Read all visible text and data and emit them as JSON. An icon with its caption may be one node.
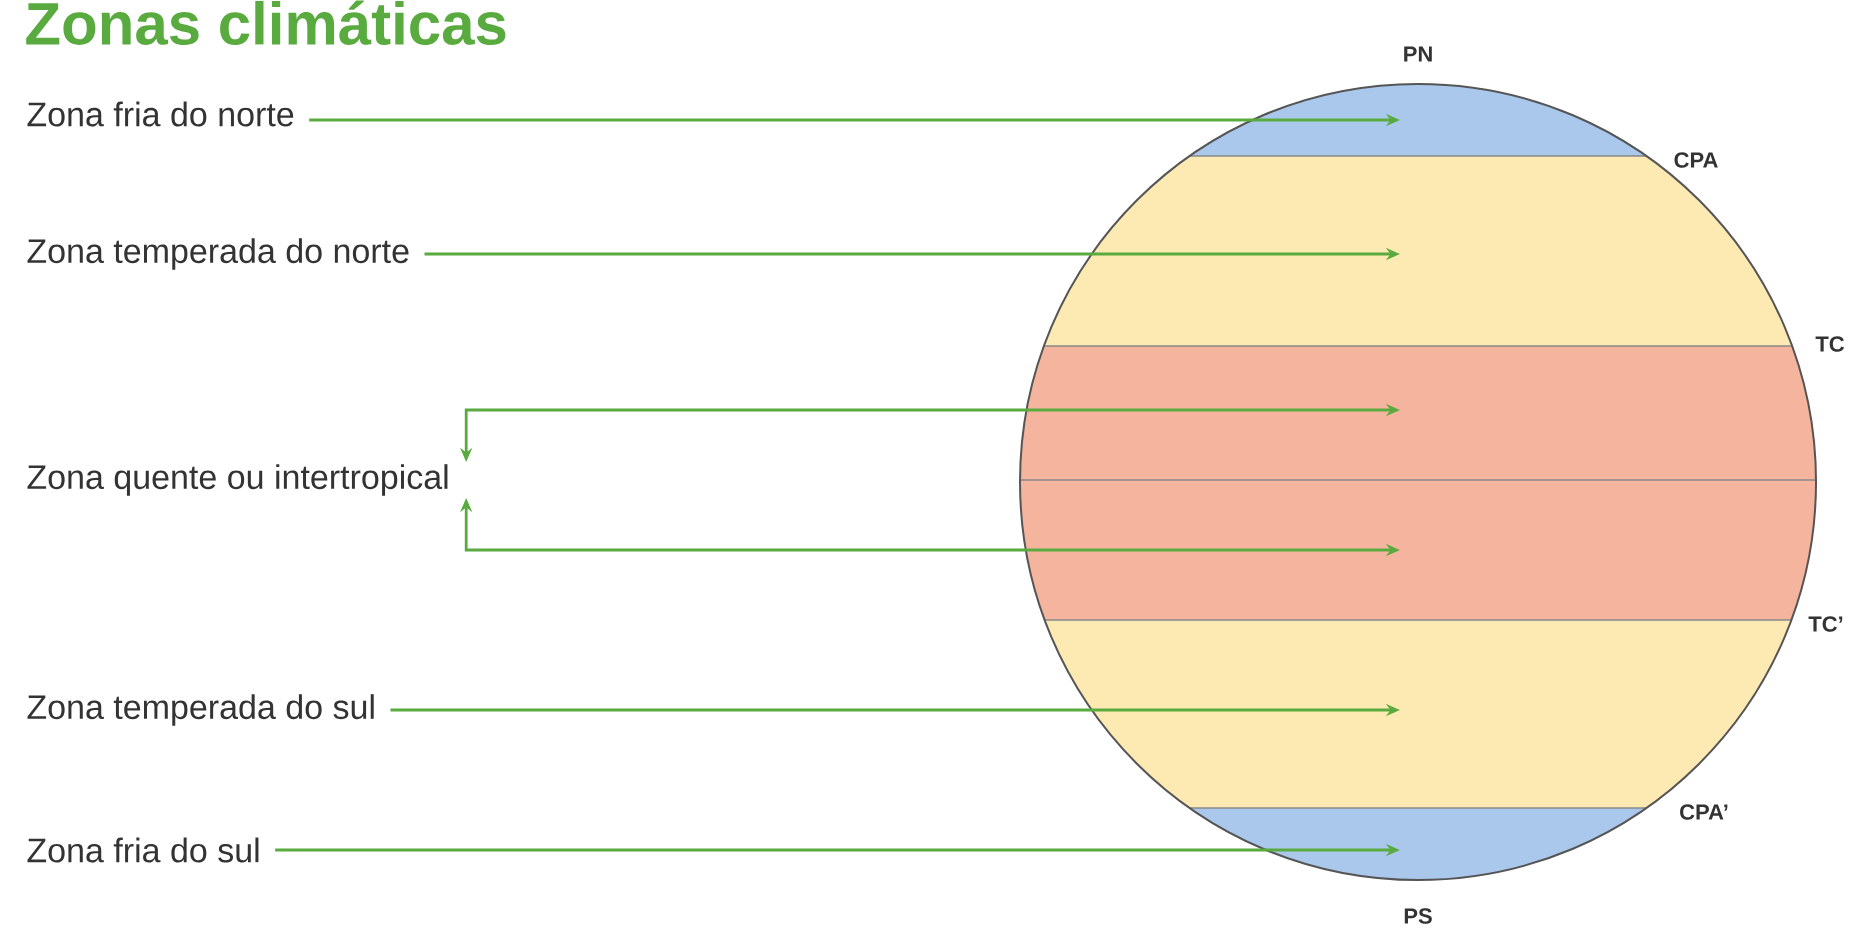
{
  "diagram": {
    "title": "Zonas climáticas",
    "nodes": [
      {
        "text": [
          "Zona fria do norte"
        ]
      },
      {
        "text": [
          "Zona temperada do norte"
        ]
      },
      {
        "text": [
          "Zona quente ou intertropical"
        ]
      },
      {
        "text": [
          "Zona temperada do sul"
        ]
      },
      {
        "text": [
          "Zona fria do sul"
        ]
      },
      {
        "text": [],
        "shape": "band"
      },
      {
        "text": [],
        "shape": "band"
      },
      {
        "text": [],
        "shape": "band"
      },
      {
        "text": [],
        "shape": "band"
      },
      {
        "text": [],
        "shape": "band"
      },
      {
        "text": [],
        "shape": "band"
      }
    ],
    "edges": [
      {
        "from": 0,
        "to": 5,
        "arrow": "to"
      },
      {
        "from": 1,
        "to": 6,
        "arrow": "to"
      },
      {
        "from": 2,
        "to": 7,
        "arrow": "both"
      },
      {
        "from": 2,
        "to": 8,
        "arrow": "both"
      },
      {
        "from": 3,
        "to": 9,
        "arrow": "to"
      },
      {
        "from": 4,
        "to": 10,
        "arrow": "to"
      }
    ],
    "labels": [
      "PN",
      "CPA",
      "TC",
      "TC’",
      "CPA’",
      "PS"
    ]
  }
}
